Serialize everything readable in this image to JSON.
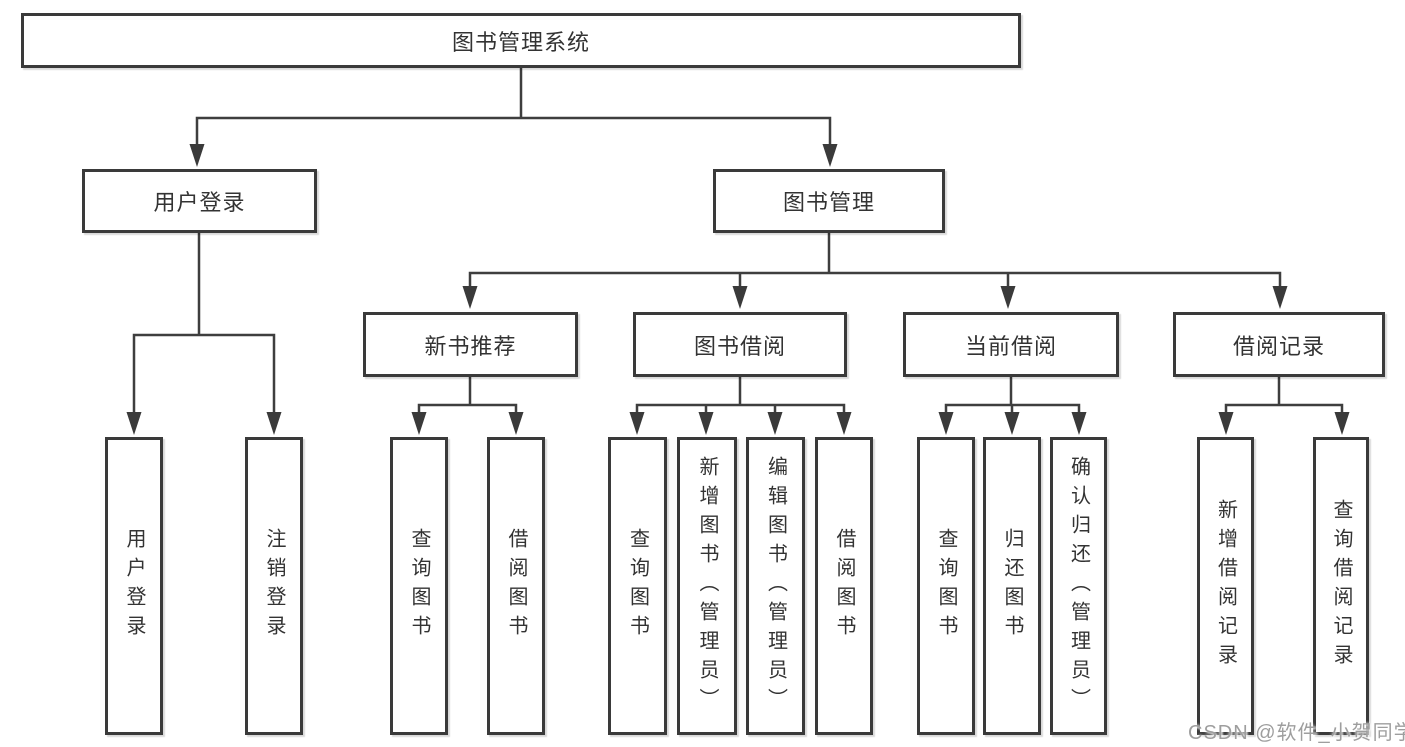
{
  "diagram": {
    "root": {
      "label": "图书管理系统"
    },
    "level2": [
      {
        "label": "用户登录"
      },
      {
        "label": "图书管理"
      }
    ],
    "level3": [
      {
        "label": "新书推荐"
      },
      {
        "label": "图书借阅"
      },
      {
        "label": "当前借阅"
      },
      {
        "label": "借阅记录"
      }
    ],
    "groups": [
      {
        "parent_label": "用户登录",
        "items": [
          {
            "label": "用户登录"
          },
          {
            "label": "注销登录"
          }
        ]
      },
      {
        "parent_label": "新书推荐",
        "items": [
          {
            "label": "查询图书"
          },
          {
            "label": "借阅图书"
          }
        ]
      },
      {
        "parent_label": "图书借阅",
        "items": [
          {
            "label": "查询图书"
          },
          {
            "label": "新增图书（管理员）"
          },
          {
            "label": "编辑图书（管理员）"
          },
          {
            "label": "借阅图书"
          }
        ]
      },
      {
        "parent_label": "当前借阅",
        "items": [
          {
            "label": "查询图书"
          },
          {
            "label": "归还图书"
          },
          {
            "label": "确认归还（管理员）"
          }
        ]
      },
      {
        "parent_label": "借阅记录",
        "items": [
          {
            "label": "新增借阅记录"
          },
          {
            "label": "查询借阅记录"
          }
        ]
      }
    ]
  },
  "watermark": {
    "text": "CSDN @软件_小贺同学",
    "color": "#9e9e9e"
  },
  "colors": {
    "background": "#ffffff",
    "line": "#3e3e3e",
    "box_border": "#3a3a3a",
    "text": "#333333"
  }
}
